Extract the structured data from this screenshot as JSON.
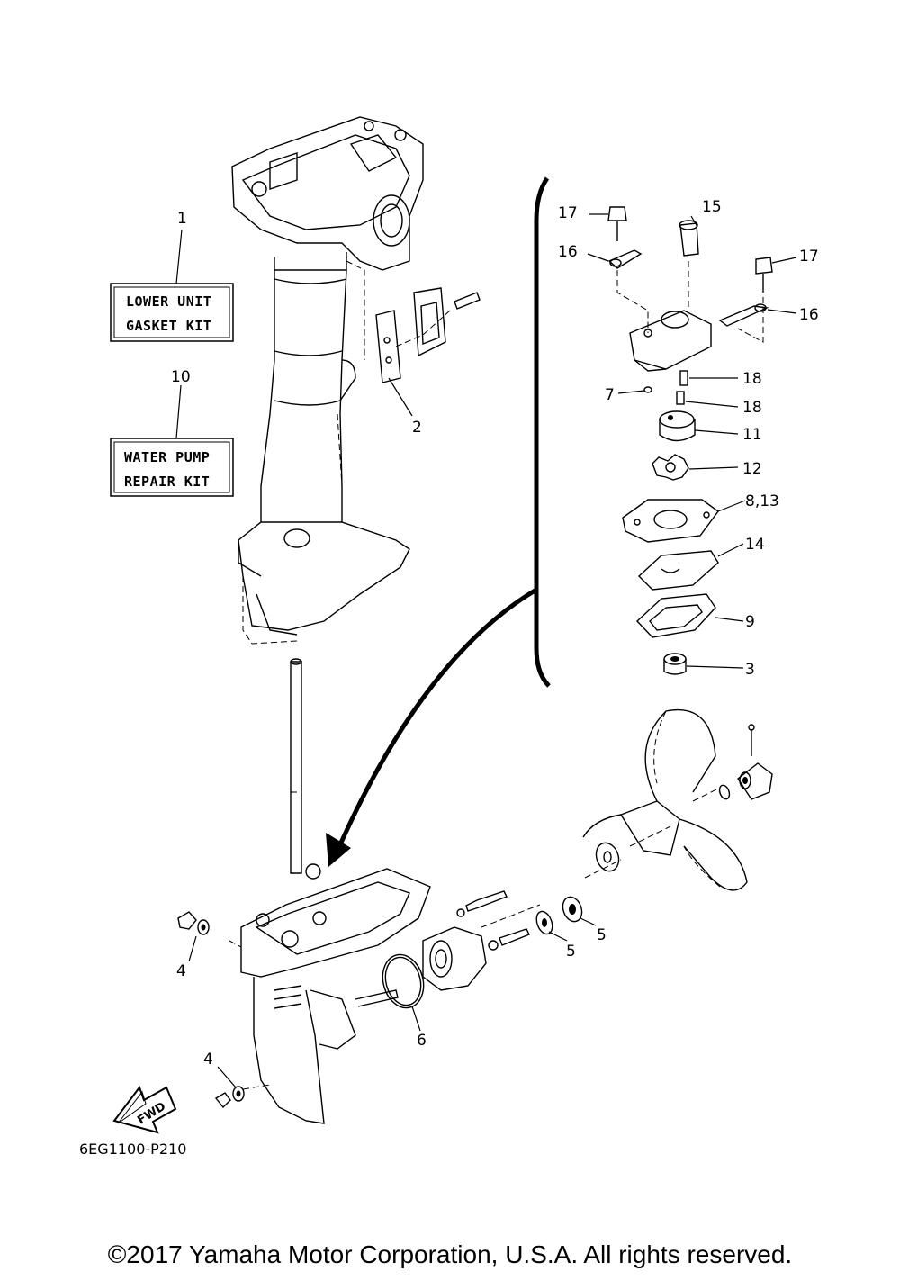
{
  "kits": [
    {
      "ref": "1",
      "line1": "LOWER UNIT",
      "line2": "GASKET KIT"
    },
    {
      "ref": "10",
      "line1": "WATER PUMP",
      "line2": "REPAIR KIT"
    }
  ],
  "callouts": {
    "c17a": "17",
    "c15": "15",
    "c16a": "16",
    "c17b": "17",
    "c16b": "16",
    "c18a": "18",
    "c7": "7",
    "c18b": "18",
    "c11": "11",
    "c12": "12",
    "c8_13": "8,13",
    "c14": "14",
    "c9": "9",
    "c3": "3",
    "c2": "2",
    "c4a": "4",
    "c4b": "4",
    "c5a": "5",
    "c5b": "5",
    "c6": "6"
  },
  "fwd_label": "FWD",
  "diagram_code": "6EG1100-P210",
  "copyright": "©2017 Yamaha Motor Corporation, U.S.A. All rights reserved."
}
